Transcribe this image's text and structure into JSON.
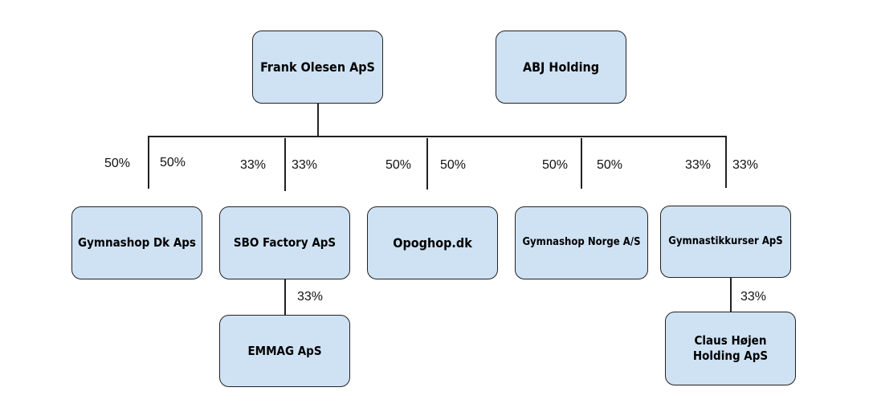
{
  "companies": {
    "frank_olesen": "Frank Olesen ApS",
    "abj_holding": "ABJ Holding",
    "gymnashop_dk": "Gymnashop Dk Aps",
    "sbo_factory": "SBO Factory ApS",
    "opoghop": "Opoghop.dk",
    "gymnashop_norge": "Gymnashop Norge A/S",
    "gymnastikkurser": "Gymnastikkurser ApS",
    "emmag": "EMMAG ApS",
    "claus_hojen_line1": "Claus Højen",
    "claus_hojen_line2": "Holding ApS"
  },
  "ownership": {
    "gymnashop_dk_left": "50%",
    "gymnashop_dk_right": "50%",
    "sbo_left": "33%",
    "sbo_right": "33%",
    "opoghop_left": "50%",
    "opoghop_right": "50%",
    "norge_left": "50%",
    "norge_right": "50%",
    "gymnastik_left": "33%",
    "gymnastik_right": "33%",
    "emmag": "33%",
    "claus_hojen": "33%"
  }
}
